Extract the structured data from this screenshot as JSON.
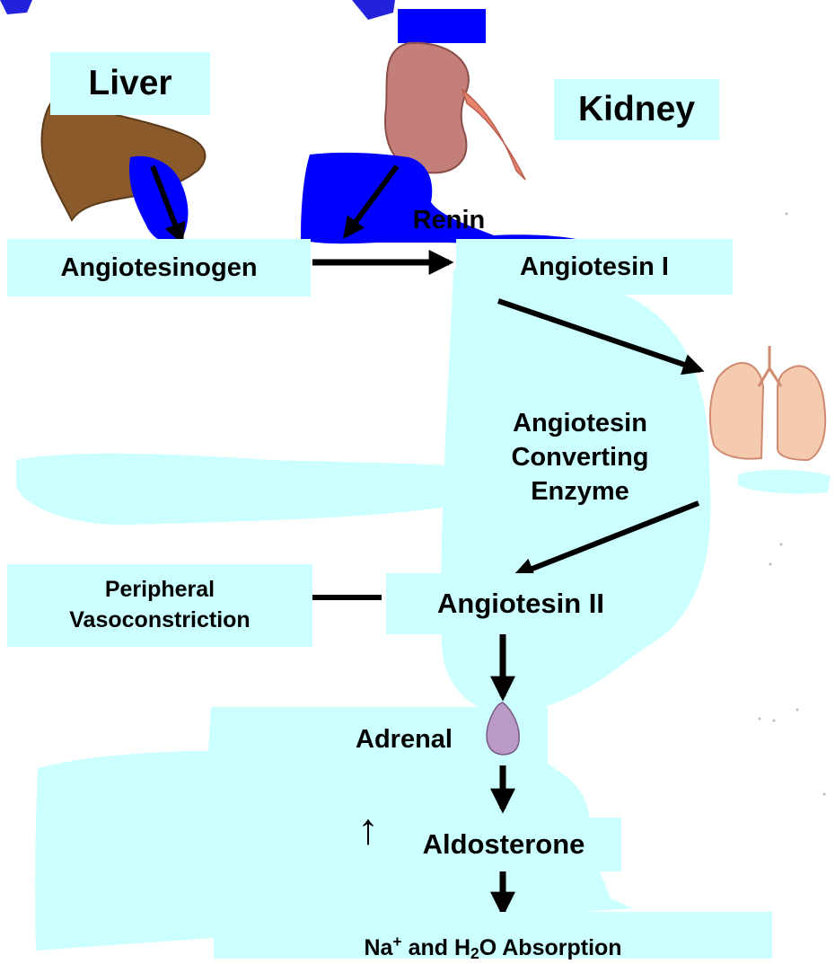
{
  "labels": {
    "liver": "Liver",
    "kidney": "Kidney",
    "renin": "Renin",
    "angiotensinogen": "Angiotesinogen",
    "angiotensin1": "Angiotesin I",
    "ace": "Angiotesin\nConverting\nEnzyme",
    "angiotensin2": "Angiotesin II",
    "peripheral": "Peripheral\nVasoconstriction",
    "adrenal": "Adrenal",
    "aldosterone": "Aldosterone",
    "absorption": {
      "na": "Na",
      "plus": "+",
      "and": " and H",
      "two": "2",
      "rest": "O Absorption"
    },
    "increase_symbol": "↑"
  },
  "colors": {
    "label_bg": "#ccffff",
    "scribble_blue": "#0000ff",
    "liver": "#8b5a2b",
    "kidney": "#c47f7a",
    "lung": "#f5cbb0",
    "adrenal": "#b99ac4",
    "arrow": "#000000"
  }
}
